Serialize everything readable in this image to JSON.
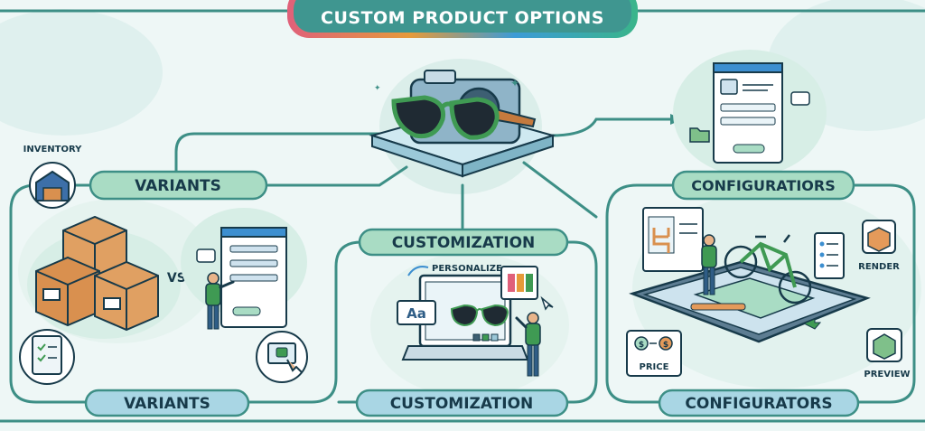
{
  "title": "CUSTOM PRODUCT OPTIONS",
  "labels": {
    "inventory": "INVENTORY",
    "variants_top": "VARIANTS",
    "vs": "VS.",
    "variants_bottom": "VARIANTS",
    "customization_top": "CUSTOMIZATION",
    "personalize": "PERSONALIZE",
    "font_sample": "Aa",
    "customization_bottom": "CUSTOMIZATION",
    "configurators_top": "CONFIGURATIORS",
    "render": "RENDER",
    "price": "PRICE",
    "preview": "PREVIEW",
    "configurators_bottom": "CONFIGURATORS"
  },
  "colors": {
    "teal": "#3d8f86",
    "pill_green": "#a9dcc4",
    "pill_blue": "#a9d6e4",
    "outline": "#173a4a",
    "orange": "#e49a5a",
    "box_orange": "#d9904f"
  }
}
